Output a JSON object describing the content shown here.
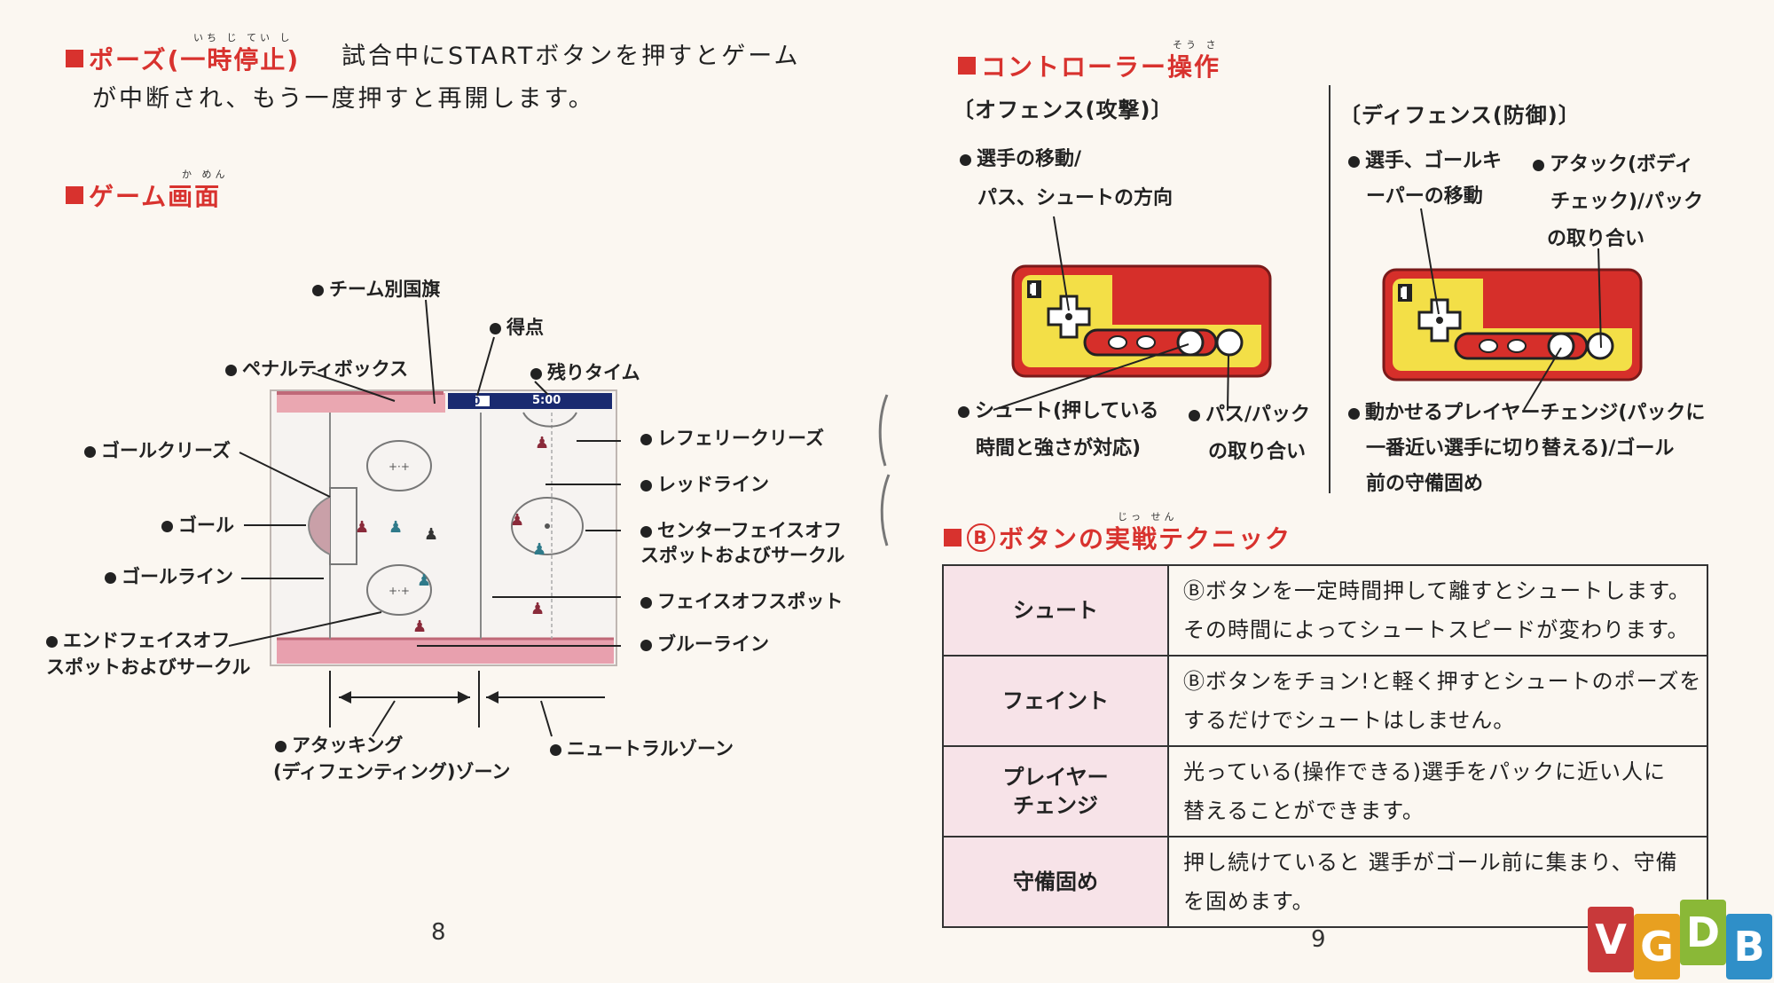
{
  "left_page": {
    "pause": {
      "heading": "ポーズ(一時停止)",
      "ruby": "いち じ てい し",
      "line1": "試合中にSTARTボタンを押すとゲーム",
      "line2": "が中断され、もう一度押すと再開します。"
    },
    "game_screen": {
      "heading": "ゲーム画面",
      "ruby": "か めん",
      "labels": {
        "team_flag": "チーム別国旗",
        "score": "得点",
        "penalty_box": "ペナルティボックス",
        "time_left": "残りタイム",
        "goal_crease": "ゴールクリーズ",
        "referee_crease": "レフェリークリーズ",
        "red_line": "レッドライン",
        "goal": "ゴール",
        "center_faceoff_1": "センターフェイスオフ",
        "center_faceoff_2": "スポットおよびサークル",
        "goal_line": "ゴールライン",
        "faceoff_spot": "フェイスオフスポット",
        "end_faceoff_1": "エンドフェイスオフ",
        "end_faceoff_2": "スポットおよびサークル",
        "blue_line": "ブルーライン",
        "attacking_1": "アタッキング",
        "attacking_2": "(ディフェンティング)ゾーン",
        "neutral_zone": "ニュートラルゾーン"
      },
      "scoreboard": {
        "score": "0",
        "time": "5:00"
      }
    },
    "page_number": "8"
  },
  "right_page": {
    "controller": {
      "heading": "コントローラー操作",
      "ruby": "そう さ",
      "offense": {
        "title": "〔オフェンス(攻撃)〕",
        "move_1": "選手の移動/",
        "move_2": "パス、シュートの方向",
        "shoot_1": "シュート(押している",
        "shoot_2": "時間と強さが対応)",
        "pass_1": "パス/パック",
        "pass_2": "の取り合い"
      },
      "defense": {
        "title": "〔ディフェンス(防御)〕",
        "move_1": "選手、ゴールキ",
        "move_2": "ーパーの移動",
        "attack_1": "アタック(ボディ",
        "attack_2": "チェック)/パック",
        "attack_3": "の取り合い",
        "change_1": "動かせるプレイヤーチェンジ(パックに",
        "change_2": "一番近い選手に切り替える)/ゴール",
        "change_3": "前の守備固め"
      },
      "pad_label": "I"
    },
    "technique": {
      "heading": "ボタンの実戦テクニック",
      "badge": "B",
      "ruby": "じっ せん",
      "rows": [
        {
          "name": "シュート",
          "line1": "Ⓑボタンを一定時間押して離すとシュートします。",
          "line2": "その時間によってシュートスピードが変わります。"
        },
        {
          "name": "フェイント",
          "line1": "Ⓑボタンをチョン!と軽く押すとシュートのポーズを",
          "line2": "するだけでシュートはしません。"
        },
        {
          "name1": "プレイヤー",
          "name2": "チェンジ",
          "line1": "光っている(操作できる)選手をパックに近い人に",
          "line2": "替えることができます。"
        },
        {
          "name": "守備固め",
          "line1": "押し続けていると 選手がゴール前に集まり、守備",
          "line2": "を固めます。"
        }
      ]
    },
    "page_number": "9"
  },
  "watermark": [
    "V",
    "G",
    "D",
    "B"
  ],
  "colors": {
    "accent": "#d8322e",
    "pad_red": "#d62f2a",
    "pad_yellow": "#f3df47",
    "table_head": "#f7e3e8"
  }
}
